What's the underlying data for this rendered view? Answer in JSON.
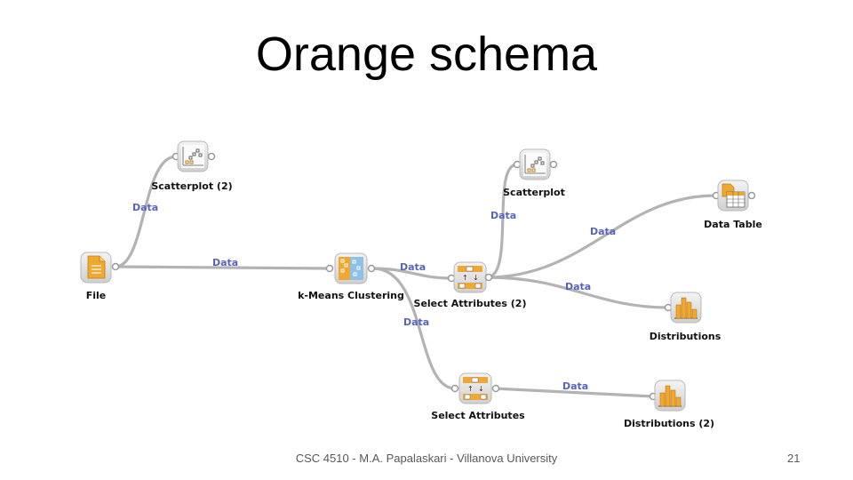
{
  "slide": {
    "title": "Orange schema",
    "footer": "CSC 4510 - M.A. Papalaskari - Villanova University",
    "page_number": "21"
  },
  "colors": {
    "link": "#b3b3b3",
    "link_label": "#5b63b8",
    "widget_orange": "#f0a830",
    "widget_frame": "#dcdcdc"
  },
  "nodes": {
    "file": {
      "label": "File",
      "icon": "file-icon"
    },
    "scatter2": {
      "label": "Scatterplot (2)",
      "icon": "scatterplot-icon"
    },
    "kmeans": {
      "label": "k-Means Clustering",
      "icon": "kmeans-icon"
    },
    "selattr2": {
      "label": "Select Attributes (2)",
      "icon": "select-attributes-icon"
    },
    "scatter": {
      "label": "Scatterplot",
      "icon": "scatterplot-icon"
    },
    "datatable": {
      "label": "Data Table",
      "icon": "data-table-icon"
    },
    "dist": {
      "label": "Distributions",
      "icon": "distributions-icon"
    },
    "selattr": {
      "label": "Select Attributes",
      "icon": "select-attributes-icon"
    },
    "dist2": {
      "label": "Distributions (2)",
      "icon": "distributions-icon"
    }
  },
  "links": {
    "file_scatter2": "Data",
    "file_kmeans": "Data",
    "kmeans_selattr2": "Data",
    "kmeans_selattr": "Data",
    "selattr2_scatter": "Data",
    "selattr2_datatable": "Data",
    "selattr2_dist": "Data",
    "selattr_dist2": "Data"
  }
}
